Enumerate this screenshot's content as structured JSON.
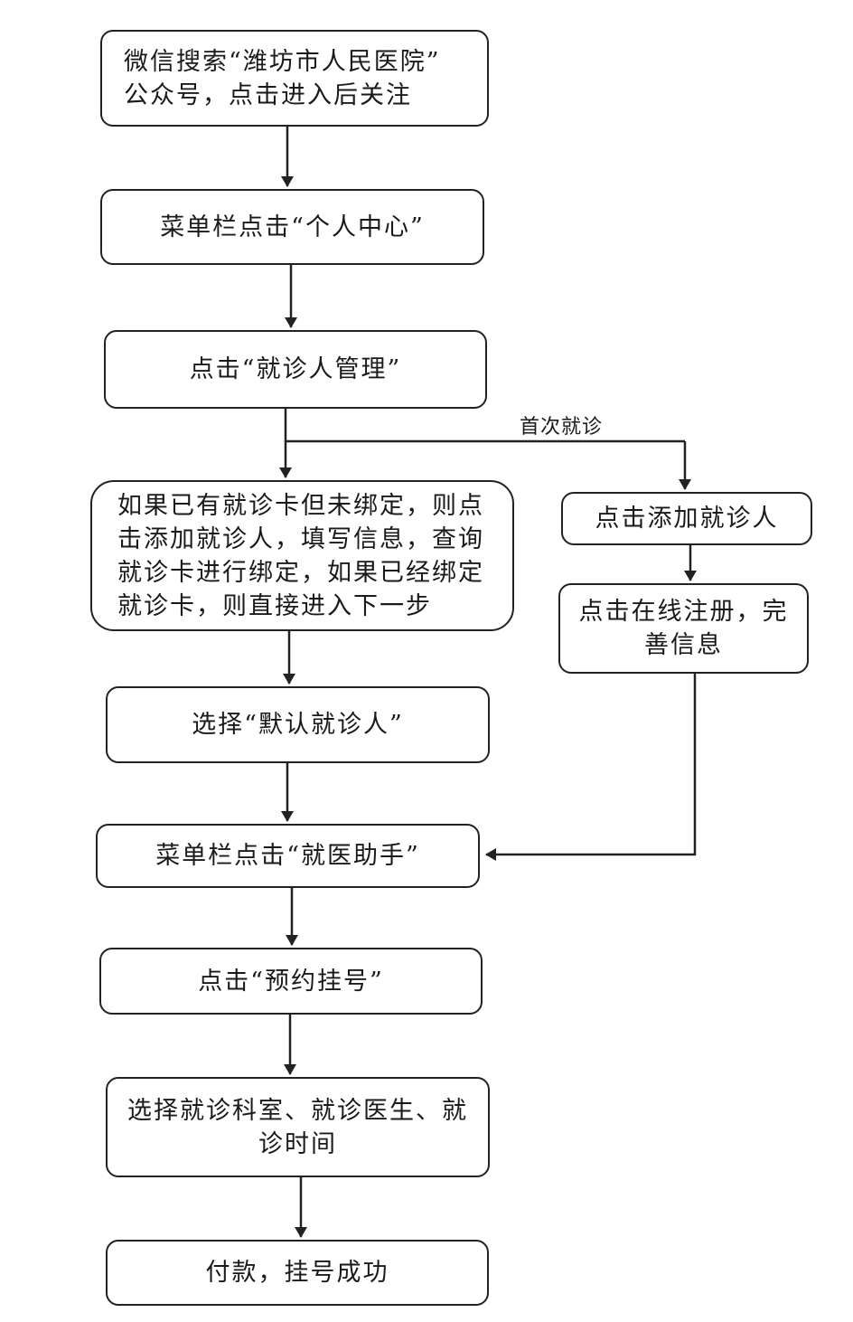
{
  "steps": {
    "follow": "微信搜索“潍坊市人民医院”\n公众号，点击进入后关注",
    "personal_center": "菜单栏点击“个人中心”",
    "patient_mgmt": "点击“就诊人管理”",
    "bind_card": "如果已有就诊卡但未绑定，则点\n击添加就诊人，填写信息，查询\n就诊卡进行绑定，如果已经绑定\n就诊卡，则直接进入下一步",
    "default_patient": "选择“默认就诊人”",
    "add_patient": "点击添加就诊人",
    "register_online": "点击在线注册，完\n善信息",
    "medical_assistant": "菜单栏点击“就医助手”",
    "book_appointment": "点击“预约挂号”",
    "choose_details": "选择就诊科室、就诊医生、就\n诊时间",
    "pay": "付款，挂号成功"
  },
  "edges": {
    "first_visit_label": "首次就诊"
  },
  "colors": {
    "line": "#222222",
    "box_border": "#222222"
  }
}
